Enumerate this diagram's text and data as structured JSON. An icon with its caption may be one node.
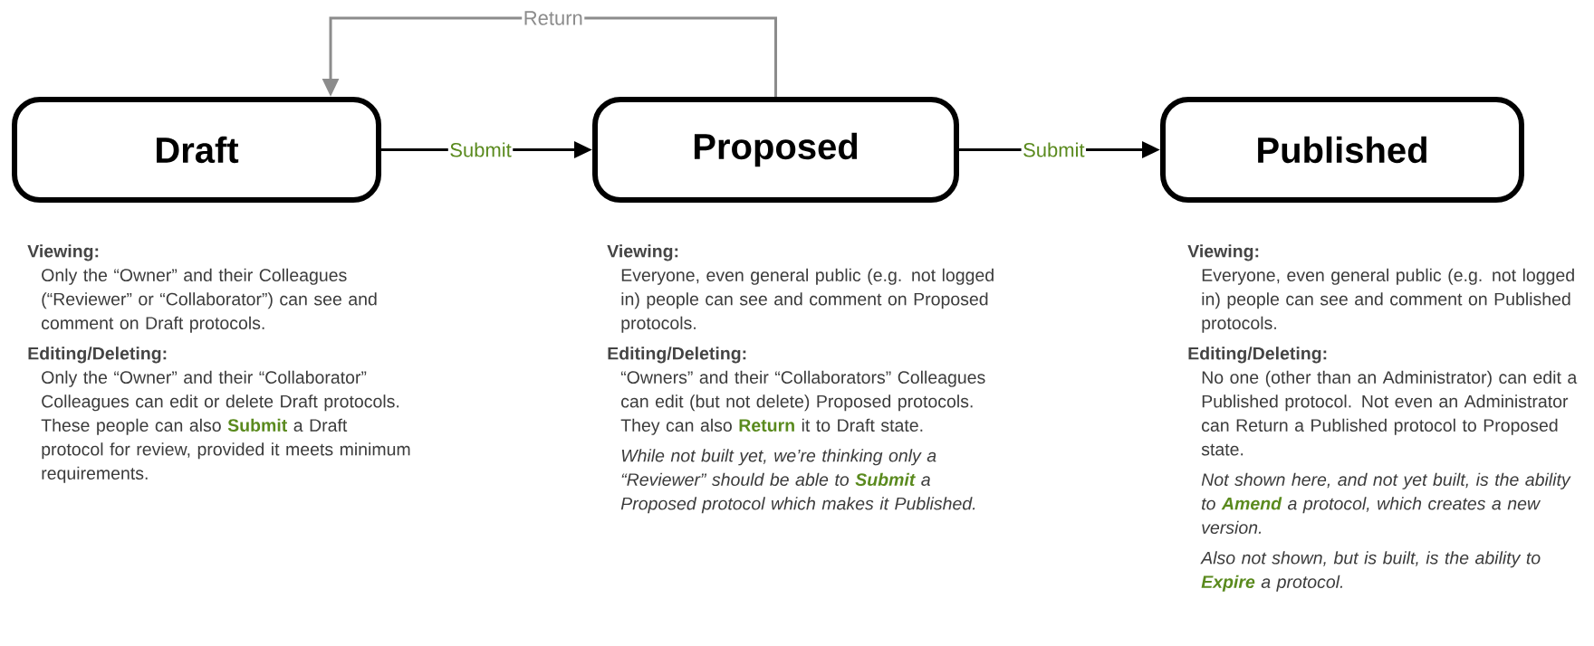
{
  "diagram": {
    "nodes": [
      {
        "text": [
          "Draft"
        ],
        "beside": [
          "Viewing:",
          "Only the “Owner” and their Colleagues (“Reviewer” or “Collaborator”) can see and comment on Draft protocols.",
          "Editing/Deleting:",
          "Only the “Owner” and their “Collaborator” Colleagues can edit or delete Draft protocols. These people can also **Submit** a Draft protocol for review, provided it meets minimum requirements."
        ]
      },
      {
        "text": [
          "Proposed"
        ],
        "beside": [
          "Viewing:",
          "Everyone, even general public (e.g. not logged in) people can see and comment on Proposed protocols.",
          "Editing/Deleting:",
          "“Owners” and their “Collaborators” Colleagues can edit (but not delete) Proposed protocols. They can also **Return** it to Draft state.",
          "While not built yet, we’re thinking only a “Reviewer” should be able to **Submit** a Proposed protocol which makes it Published."
        ]
      },
      {
        "text": [
          "Published"
        ],
        "beside": [
          "Viewing:",
          "Everyone, even general public (e.g. not logged in) people can see and comment on Published protocols.",
          "Editing/Deleting:",
          "No one (other than an Administrator) can edit a Published protocol. Not even an Administrator can Return a Published protocol to Proposed state.",
          "Not shown here, and not yet built, is the ability to **Amend** a protocol, which creates a new version.",
          "Also not shown, but is built, is the ability to **Expire** a protocol."
        ]
      }
    ],
    "edges": [
      {
        "from": 0,
        "to": 1,
        "arrow": "to",
        "label": "Submit"
      },
      {
        "from": 1,
        "to": 2,
        "arrow": "to",
        "label": "Submit"
      },
      {
        "from": 1,
        "to": 0,
        "arrow": "to",
        "label": "Return",
        "color": "#8c8c8c"
      }
    ]
  }
}
